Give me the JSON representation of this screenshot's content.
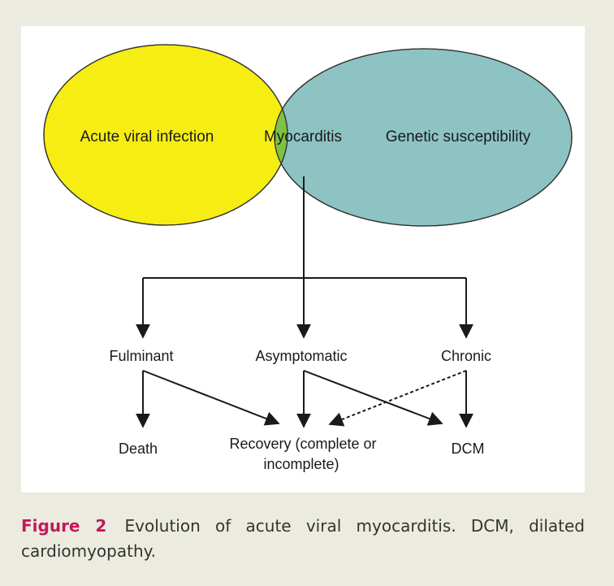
{
  "diagram": {
    "venn": {
      "left_label": "Acute viral infection",
      "center_label": "Myocarditis",
      "right_label": "Genetic susceptibility",
      "colors": {
        "left": "#f6ed13",
        "right": "#8ec3c3",
        "overlap": "#7dc242",
        "outline": "#333333"
      }
    },
    "outcomes": {
      "fulminant": "Fulminant",
      "asymptomatic": "Asymptomatic",
      "chronic": "Chronic",
      "death": "Death",
      "recovery_line1": "Recovery (complete or",
      "recovery_line2": "incomplete)",
      "dcm": "DCM"
    }
  },
  "caption": {
    "label": "Figure 2",
    "text": "Evolution of acute viral myocarditis. DCM, dilated cardiomyopathy.",
    "label_color": "#c2185b"
  }
}
